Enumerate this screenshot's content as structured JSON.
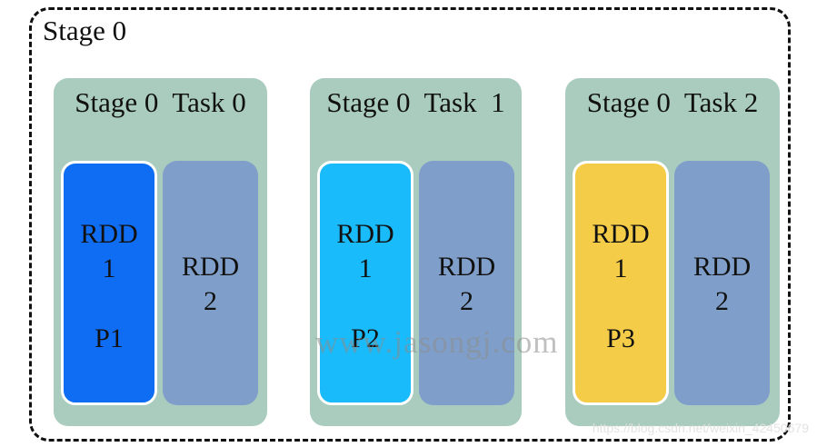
{
  "stage": {
    "title": "Stage 0"
  },
  "colors": {
    "panel_bg": "#a9ccbe",
    "secondary_rdd_bg": "#7f9fca",
    "stage_border": "#111111"
  },
  "tasks": [
    {
      "title": "Stage 0  Task 0",
      "primary_rdd": {
        "name": "RDD",
        "number": "1",
        "partition": "P1",
        "color": "#0f6df4"
      },
      "secondary_rdd": {
        "name": "RDD",
        "number": "2"
      }
    },
    {
      "title": "Stage 0  Task  1",
      "primary_rdd": {
        "name": "RDD",
        "number": "1",
        "partition": "P2",
        "color": "#19bbfb"
      },
      "secondary_rdd": {
        "name": "RDD",
        "number": "2"
      }
    },
    {
      "title": "Stage 0  Task 2",
      "primary_rdd": {
        "name": "RDD",
        "number": "1",
        "partition": "P3",
        "color": "#f5cc47"
      },
      "secondary_rdd": {
        "name": "RDD",
        "number": "2"
      }
    }
  ],
  "watermark": "www.jasongj.com",
  "credit": "https://blog.csdn.net/weixin_42450679"
}
